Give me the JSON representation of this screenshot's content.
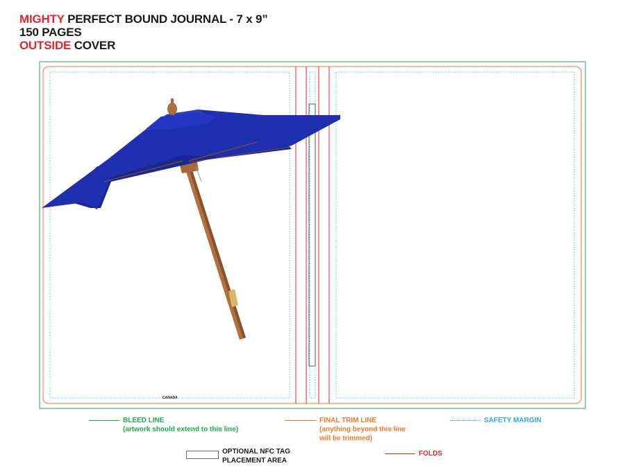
{
  "header": {
    "line1_red": "MIGHTY",
    "line1_rest": " PERFECT BOUND JOURNAL - 7 x 9”",
    "line2": "150 PAGES",
    "line3_red": "OUTSIDE",
    "line3_rest": " COVER"
  },
  "artwork": {
    "umbrella_color": "#1e2fb0",
    "pole_color": "#b07040",
    "pole_label": "CANADA"
  },
  "legend": {
    "bleed": {
      "title": "BLEED LINE",
      "note": "(artwork should extend to this line)",
      "color": "#1fa84a"
    },
    "trim": {
      "title": "FINAL TRIM LINE",
      "note1": "(anything beyond this line",
      "note2": "will be trimmed)",
      "color": "#f0782a"
    },
    "safety": {
      "title": "SAFETY MARGIN",
      "color": "#2aa9e0"
    },
    "nfc": {
      "title1": "OPTIONAL NFC TAG",
      "title2": "PLACEMENT AREA"
    },
    "folds": {
      "title": "FOLDS",
      "color": "#e3262d"
    }
  }
}
